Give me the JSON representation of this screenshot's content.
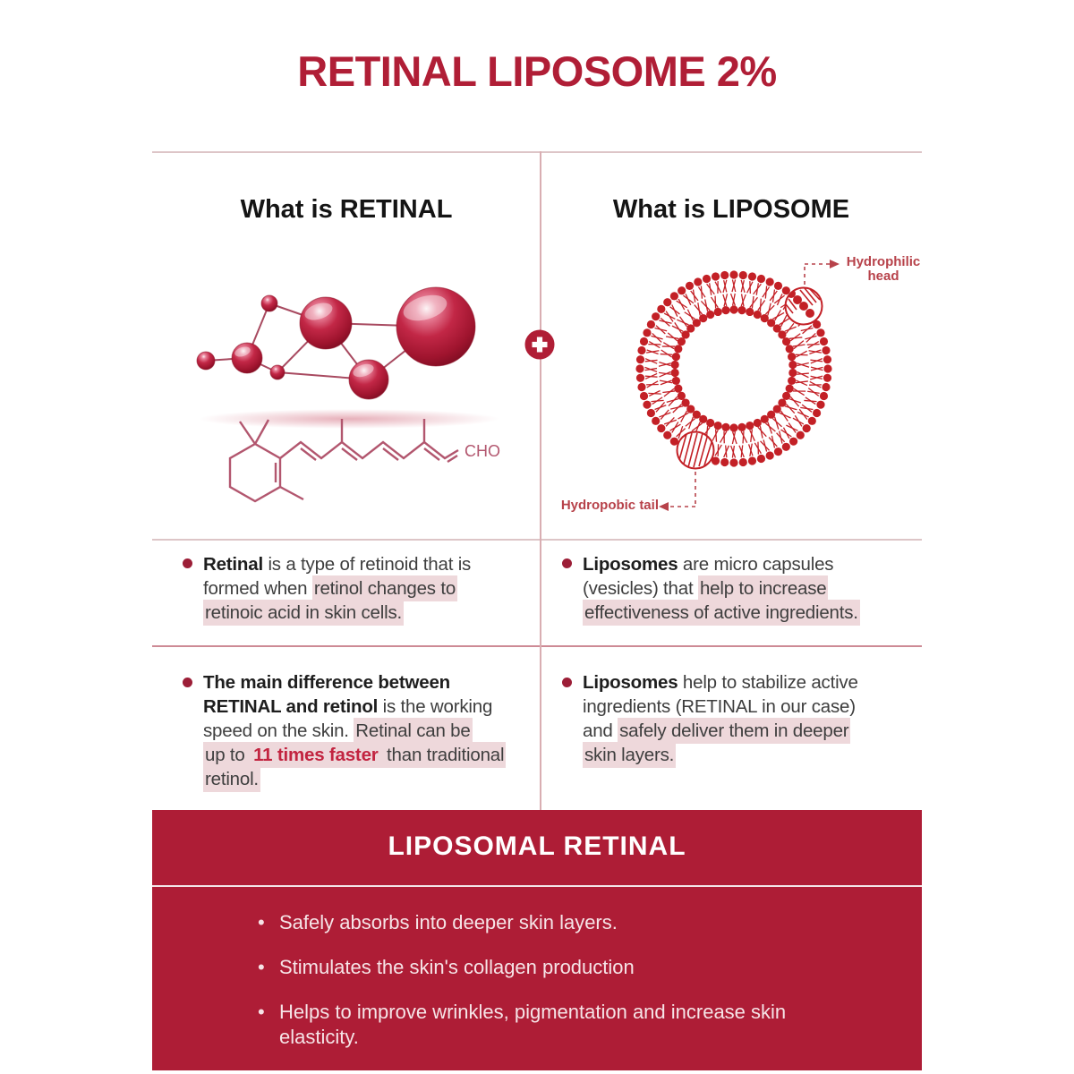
{
  "title": "RETINAL LIPOSOME 2%",
  "colors": {
    "accent_red": "#b01e36",
    "box_background": "#ae1d36",
    "diagram_red": "#c32026",
    "label_rose": "#b7424a",
    "structure_rose": "#b2566e",
    "highlight_pink": "#eed8db",
    "body_text": "#3e3e3e",
    "fast_red": "#c22440",
    "grid_line_light": "#ddc5c7",
    "grid_line_mid": "#cd8a95",
    "grid_line_vert": "#d9aeb2",
    "bottom_text": "#f6e4e7",
    "sphere_line": "#a84a60"
  },
  "left_column": {
    "heading": "What is RETINAL",
    "structure_label": "CHO",
    "molecule_icon": "red-glossy-spheres-molecule",
    "structure_icon": "retinal-skeletal-formula"
  },
  "right_column": {
    "heading": "What is LIPOSOME",
    "head_label": "Hydrophilic head",
    "tail_label": "Hydropobic tail",
    "diagram_icon": "liposome-bilayer-ring"
  },
  "plus_icon": "plus-in-circle",
  "info": {
    "retinal_1": [
      [
        {
          "t": "Retinal",
          "b": true
        },
        {
          "t": " is a type of retinoid that is"
        }
      ],
      [
        {
          "t": "formed when "
        },
        {
          "t": "retinol changes to",
          "hl": true
        }
      ],
      [
        {
          "t": "retinoic acid in skin cells.",
          "hl": true
        }
      ]
    ],
    "liposome_1": [
      [
        {
          "t": "Liposomes",
          "b": true
        },
        {
          "t": " are micro capsules"
        }
      ],
      [
        {
          "t": "(vesicles) that "
        },
        {
          "t": "help to increase",
          "hl": true
        }
      ],
      [
        {
          "t": "effectiveness of active ingredients.",
          "hl": true
        }
      ]
    ],
    "retinal_2": [
      [
        {
          "t": "The main difference between",
          "b": true
        }
      ],
      [
        {
          "t": "RETINAL and retinol",
          "b": true
        },
        {
          "t": " is the working"
        }
      ],
      [
        {
          "t": "speed  on the skin. "
        },
        {
          "t": "Retinal can be",
          "hl": true
        }
      ],
      [
        {
          "t": "up to ",
          "hl": true
        },
        {
          "t": "11 times faster",
          "hl": true,
          "red": true,
          "b": true
        },
        {
          "t": " than traditional",
          "hl": true
        }
      ],
      [
        {
          "t": "retinol.",
          "hl": true
        }
      ]
    ],
    "liposome_2": [
      [
        {
          "t": "Liposomes",
          "b": true
        },
        {
          "t": " help to stabilize active"
        }
      ],
      [
        {
          "t": "ingredients (RETINAL in our case)"
        }
      ],
      [
        {
          "t": "and "
        },
        {
          "t": "safely deliver them in deeper",
          "hl": true
        }
      ],
      [
        {
          "t": "skin layers.",
          "hl": true
        }
      ]
    ]
  },
  "bottom": {
    "heading": "LIPOSOMAL RETINAL",
    "bullets": [
      "Safely absorbs into deeper skin layers.",
      "Stimulates the skin's collagen production",
      "Helps to improve wrinkles, pigmentation and increase skin elasticity."
    ]
  }
}
